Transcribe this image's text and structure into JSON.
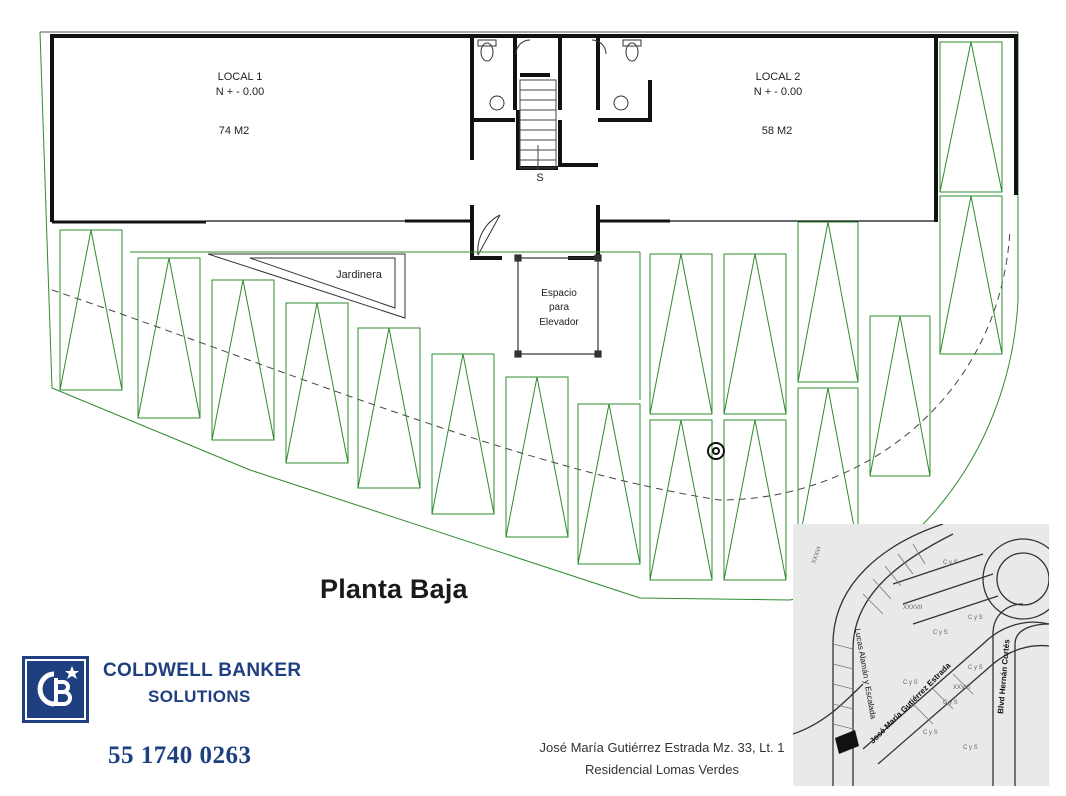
{
  "plan": {
    "local1": {
      "name": "LOCAL 1",
      "level": "N + - 0.00",
      "area": "74 M2"
    },
    "local2": {
      "name": "LOCAL 2",
      "level": "N + - 0.00",
      "area": "58 M2"
    },
    "stair_mark": "S",
    "jardinera": "Jardinera",
    "elevator": [
      "Espacio",
      "para",
      "Elevador"
    ],
    "line_color": "#111111",
    "parking_color": "#2e8b2e"
  },
  "title": "Planta Baja",
  "brand": {
    "line1": "COLDWELL BANKER",
    "line2": "SOLUTIONS",
    "color": "#1e3f80"
  },
  "phone": "55 1740 0263",
  "address": {
    "line1": "José María Gutiérrez Estrada Mz. 33, Lt. 1",
    "line2": "Residencial Lomas Verdes"
  },
  "map": {
    "streets": [
      "Lucas Alamán y Escalada",
      "José María Gutiérrez Estrada",
      "Blvd Hernán Cortés"
    ],
    "marks": [
      "C y S",
      "C y S",
      "C y S",
      "C y S",
      "C y S",
      "C y S",
      "C y S",
      "C y S"
    ],
    "numerals": [
      "XXXVI",
      "XXXVII",
      "XXVIII"
    ]
  }
}
